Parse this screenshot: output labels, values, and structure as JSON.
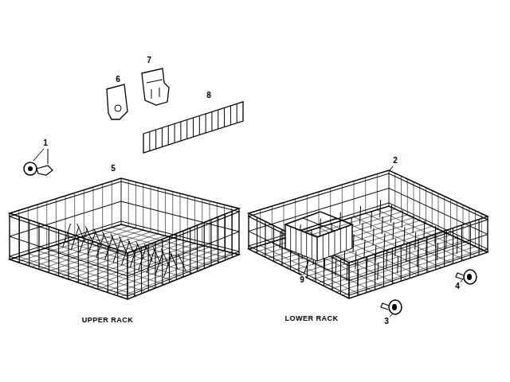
{
  "diagram": {
    "labels": [
      "7",
      "6",
      "8",
      "1",
      "5",
      "2",
      "9",
      "4",
      "3",
      "UPPER RACK",
      "LOWER RACK"
    ]
  }
}
